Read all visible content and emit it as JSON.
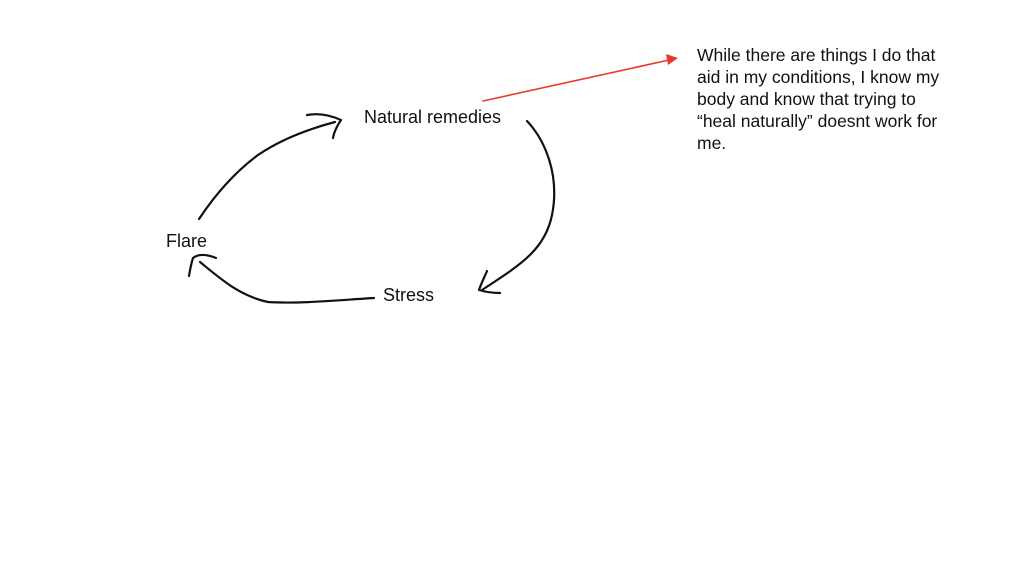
{
  "diagram": {
    "nodes": [
      {
        "id": "natural-remedies",
        "label": "Natural remedies"
      },
      {
        "id": "stress",
        "label": "Stress"
      },
      {
        "id": "flare",
        "label": "Flare"
      }
    ],
    "edges": [
      {
        "from": "natural-remedies",
        "to": "stress",
        "style": "hand-drawn",
        "color": "#111111"
      },
      {
        "from": "stress",
        "to": "flare",
        "style": "hand-drawn",
        "color": "#111111"
      },
      {
        "from": "flare",
        "to": "natural-remedies",
        "style": "hand-drawn",
        "color": "#111111"
      },
      {
        "from": "natural-remedies",
        "to": "annotation",
        "style": "straight",
        "color": "#e8392b"
      }
    ]
  },
  "annotation": {
    "lines": [
      "While there are things I do that",
      "aid in my conditions, I know my",
      "body and know that trying to",
      "“heal naturally” doesnt work for",
      "me."
    ]
  },
  "colors": {
    "ink": "#111111",
    "accent_arrow": "#e8392b",
    "background": "#ffffff"
  }
}
